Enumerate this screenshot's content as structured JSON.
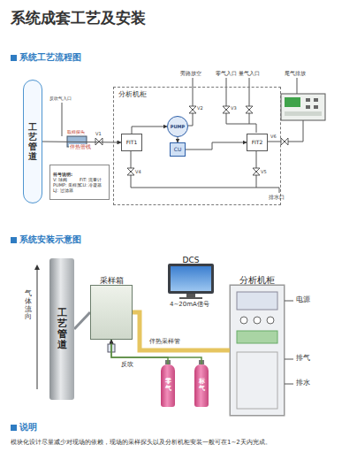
{
  "diagram": {
    "title": "系统成套工艺及安装",
    "nodes": [
      {
        "text": [
          "工艺管道"
        ]
      },
      {
        "text": [
          "符号说明:",
          "V: 球阀",
          "FIT: 流量计",
          "PUMP: 采样泵",
          "CU: 冷凝器",
          "LJ: 过滤器"
        ]
      },
      {
        "text": [
          "分析机柜"
        ]
      },
      {
        "text": [
          "FIT1"
        ],
        "in": 2
      },
      {
        "text": [
          "PUMP"
        ],
        "in": 2
      },
      {
        "text": [
          "CU"
        ],
        "in": 2
      },
      {
        "text": [
          "FIT2"
        ],
        "in": 2
      },
      {
        "text": [
          "工艺管道"
        ]
      },
      {
        "text": [
          "采样箱"
        ]
      },
      {
        "text": [
          "DCS"
        ]
      },
      {
        "text": [
          "零气"
        ]
      },
      {
        "text": [
          "标气"
        ]
      },
      {
        "text": [
          "分析机柜"
        ]
      }
    ],
    "edges": [
      {
        "from": 0,
        "to": 3,
        "arrow": "to",
        "label": "伴热管线"
      },
      {
        "from": 3,
        "to": 4,
        "arrow": "to"
      },
      {
        "from": 4,
        "to": 5,
        "arrow": "to"
      },
      {
        "from": 5,
        "to": 6,
        "arrow": "to"
      },
      {
        "from": 7,
        "to": 8,
        "arrow": "none"
      },
      {
        "from": 8,
        "to": 12,
        "arrow": "none",
        "label": "伴热采样管"
      },
      {
        "from": 10,
        "to": 8,
        "arrow": "to",
        "label": "反吹"
      },
      {
        "from": 11,
        "to": 8,
        "arrow": "to"
      }
    ],
    "labels": [
      "系统工艺流程图",
      "旁路放空",
      "零气入口",
      "量气入口",
      "尾气排放",
      "反吹气入口",
      "取样探头",
      "V1",
      "V2",
      "V3",
      "V4",
      "V5",
      "V6",
      "排水口",
      "系统安装示意图",
      "气体流向",
      "4~20mA信号",
      "电源",
      "排气",
      "排水",
      "说明",
      "模块化设计尽量减少对现场的依赖，现场的采样探头以及分析机柜安装一般可在1~2天内完成。"
    ]
  }
}
